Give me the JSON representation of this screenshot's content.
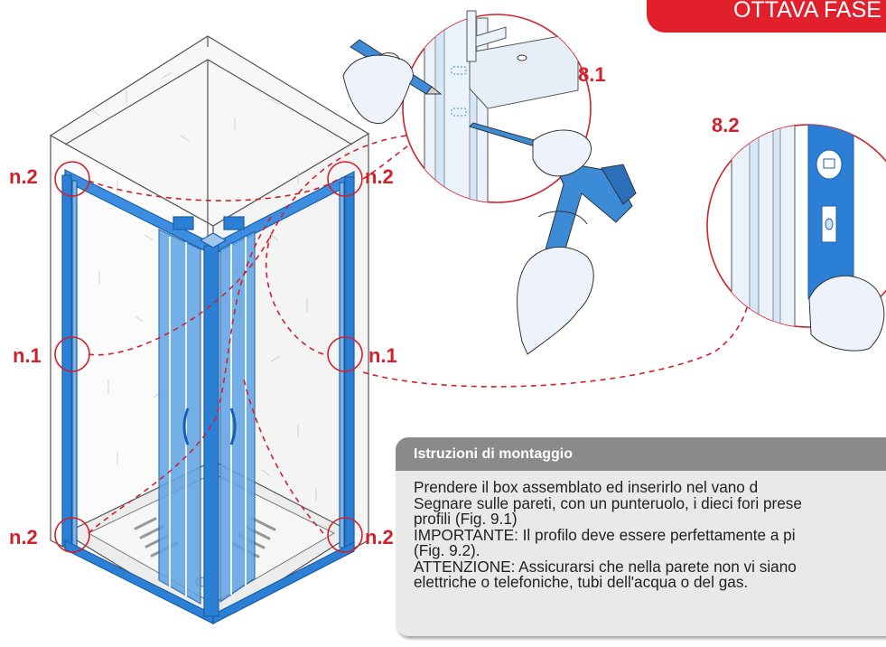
{
  "header": {
    "phase_label": "OTTAVA FASE"
  },
  "callouts": {
    "top_left": "n.2",
    "top_right": "n.2",
    "mid_left": "n.1",
    "mid_right": "n.1",
    "bottom_left": "n.2",
    "bottom_right": "n.2"
  },
  "figures": {
    "fig1": "8.1",
    "fig2": "8.2"
  },
  "instructions": {
    "title": "Istruzioni di montaggio",
    "lines": [
      "Prendere il box assemblato ed inserirlo nel vano d",
      "Segnare sulle pareti, con un punteruolo, i dieci fori prese",
      "profili (Fig. 9.1)",
      "IMPORTANTE: Il profilo deve essere perfettamente a pi",
      "(Fig. 9.2).",
      "ATTENZIONE: Assicurarsi che nella parete non vi siano",
      "elettriche o telefoniche, tubi dell'acqua o del gas."
    ]
  },
  "colors": {
    "accent_red": "#e2202b",
    "callout_red": "#d0212b",
    "profile_blue": "#2b7fd4",
    "glove": "#eef3fb",
    "panel_bg": "#e9e9e9",
    "panel_header": "#8a8a8a"
  }
}
